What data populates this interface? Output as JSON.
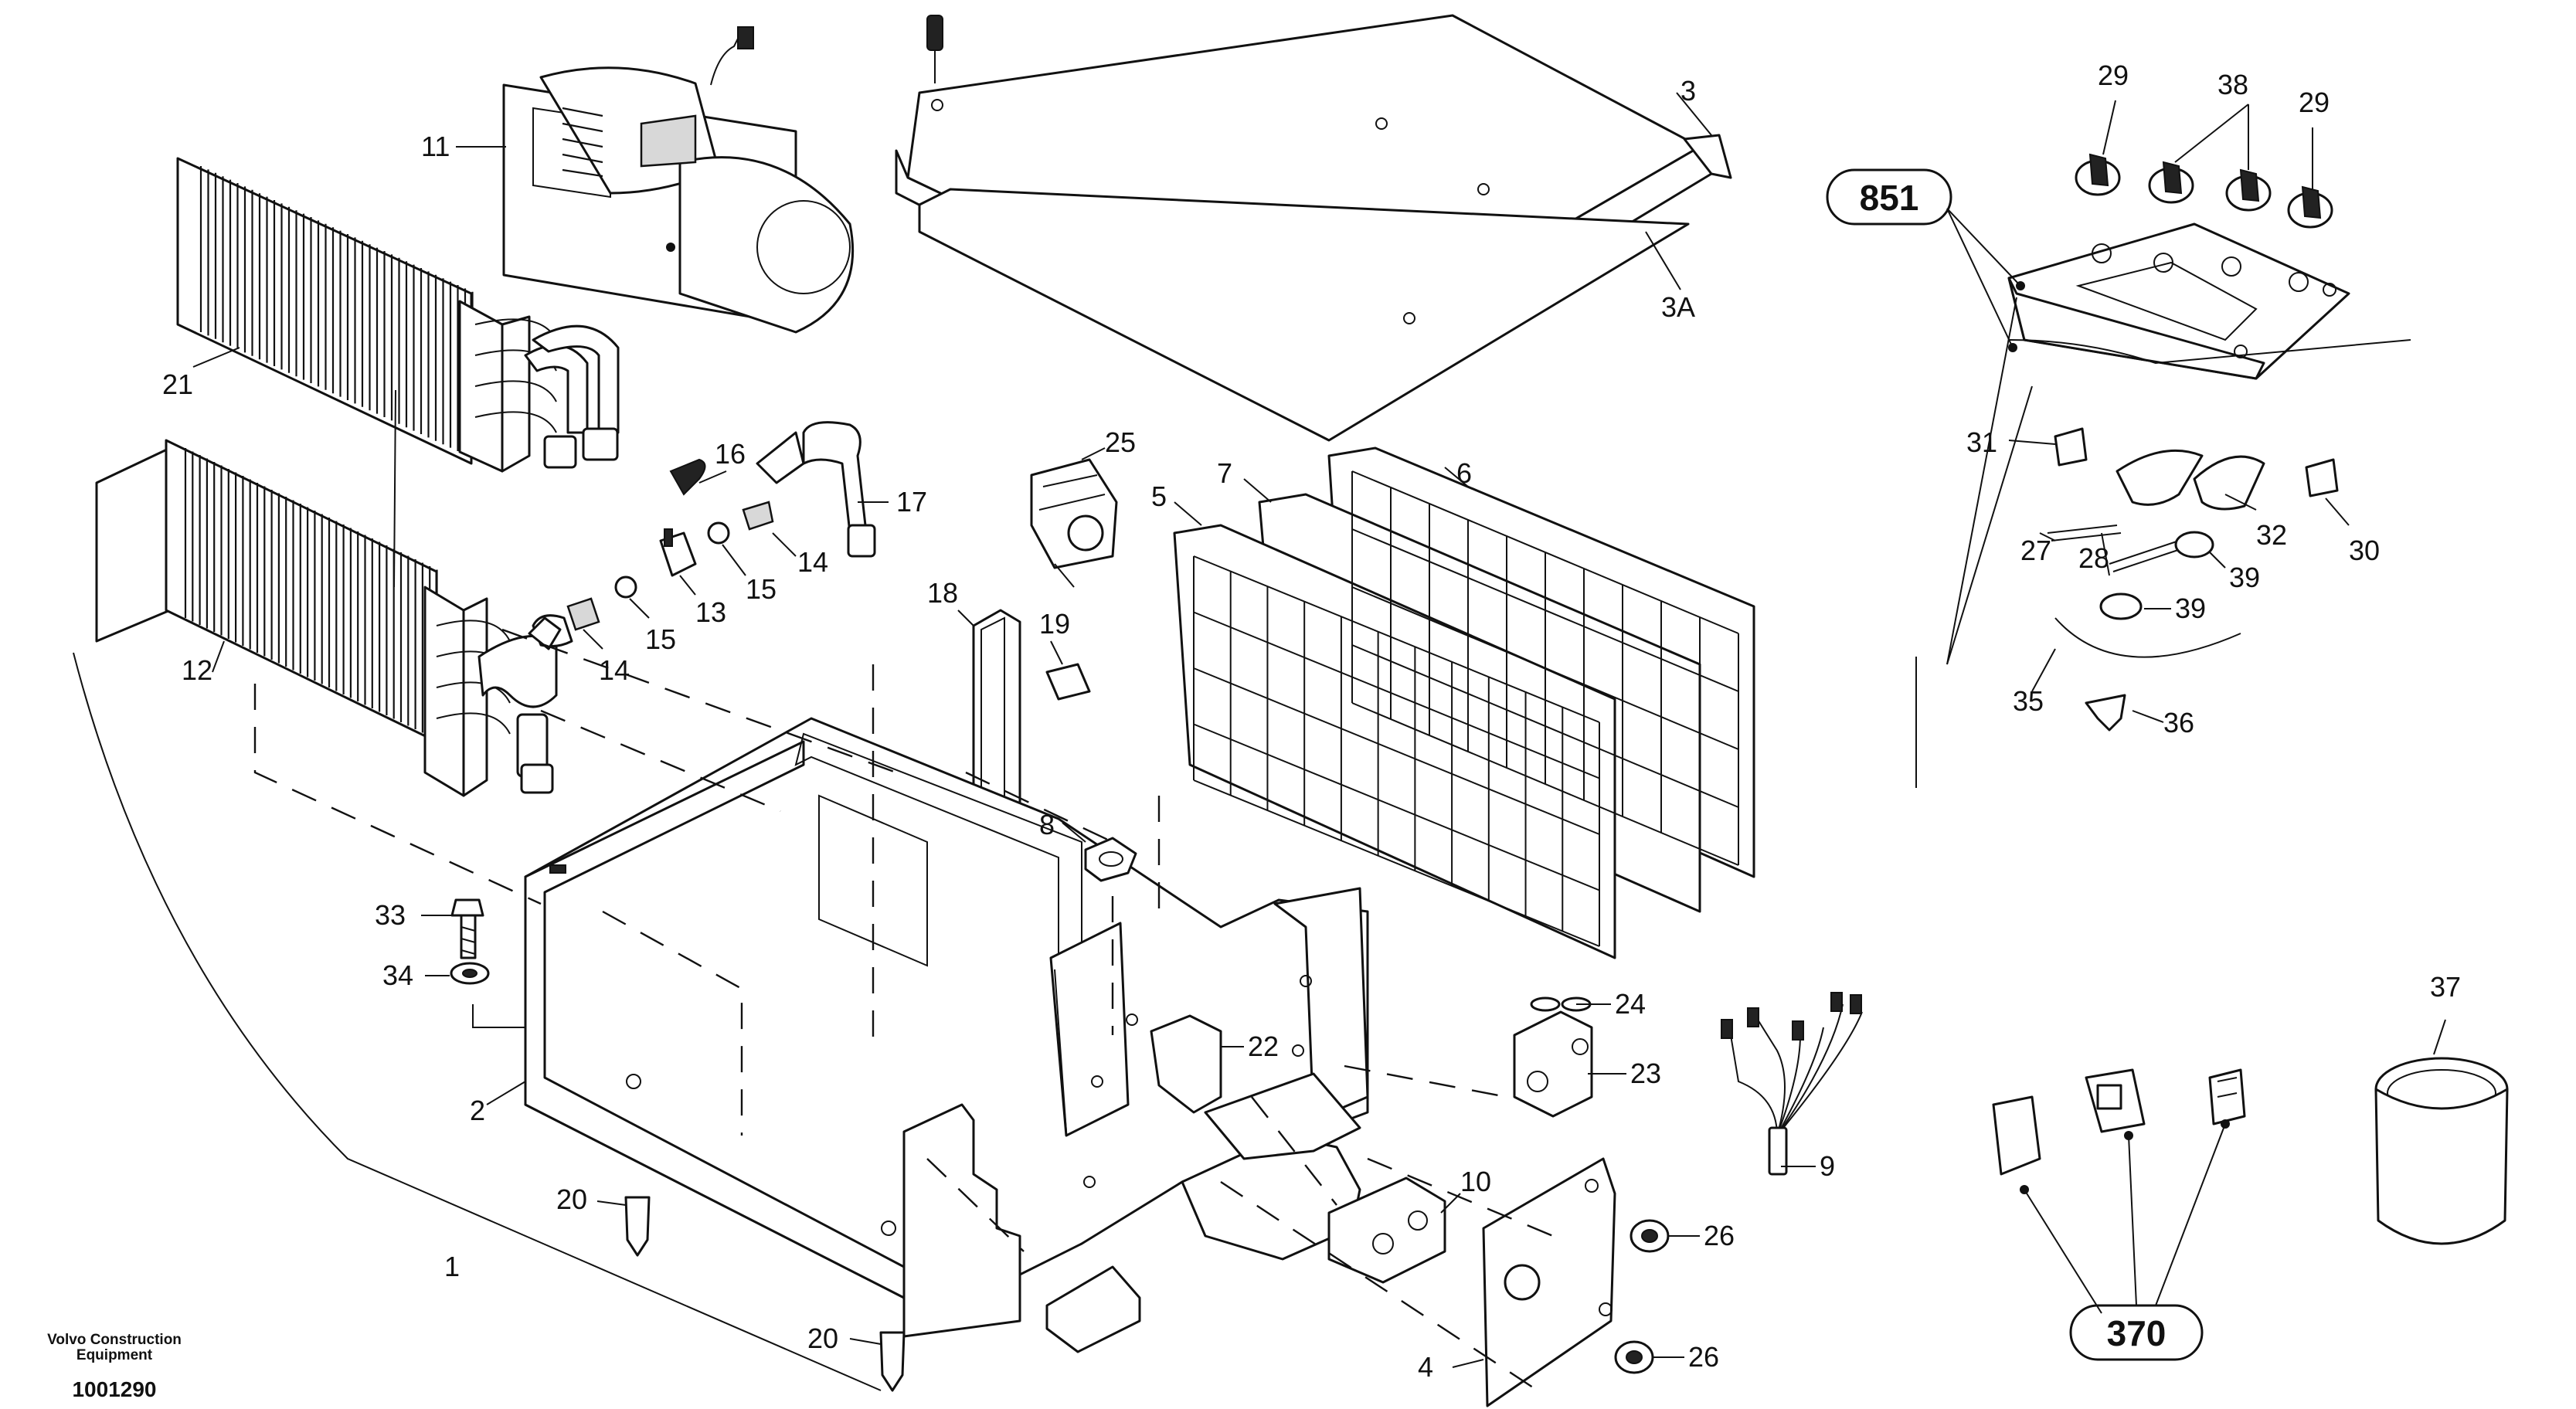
{
  "diagram": {
    "brand_line1": "Volvo Construction",
    "brand_line2": "Equipment",
    "document_number": "1001290",
    "group_labels": {
      "g851": "851",
      "g370": "370"
    },
    "callouts": {
      "c1": "1",
      "c2": "2",
      "c3": "3",
      "c3a": "3A",
      "c4": "4",
      "c5": "5",
      "c6": "6",
      "c7": "7",
      "c8": "8",
      "c9": "9",
      "c10": "10",
      "c11": "11",
      "c12": "12",
      "c13": "13",
      "c14a": "14",
      "c14b": "14",
      "c15a": "15",
      "c15b": "15",
      "c16": "16",
      "c17": "17",
      "c18": "18",
      "c19": "19",
      "c20a": "20",
      "c20b": "20",
      "c21": "21",
      "c22": "22",
      "c23": "23",
      "c24": "24",
      "c25": "25",
      "c26a": "26",
      "c26b": "26",
      "c27": "27",
      "c28": "28",
      "c29a": "29",
      "c29b": "29",
      "c30": "30",
      "c31": "31",
      "c32": "32",
      "c33": "33",
      "c34": "34",
      "c35": "35",
      "c36": "36",
      "c37": "37",
      "c38": "38",
      "c39a": "39",
      "c39b": "39"
    }
  }
}
